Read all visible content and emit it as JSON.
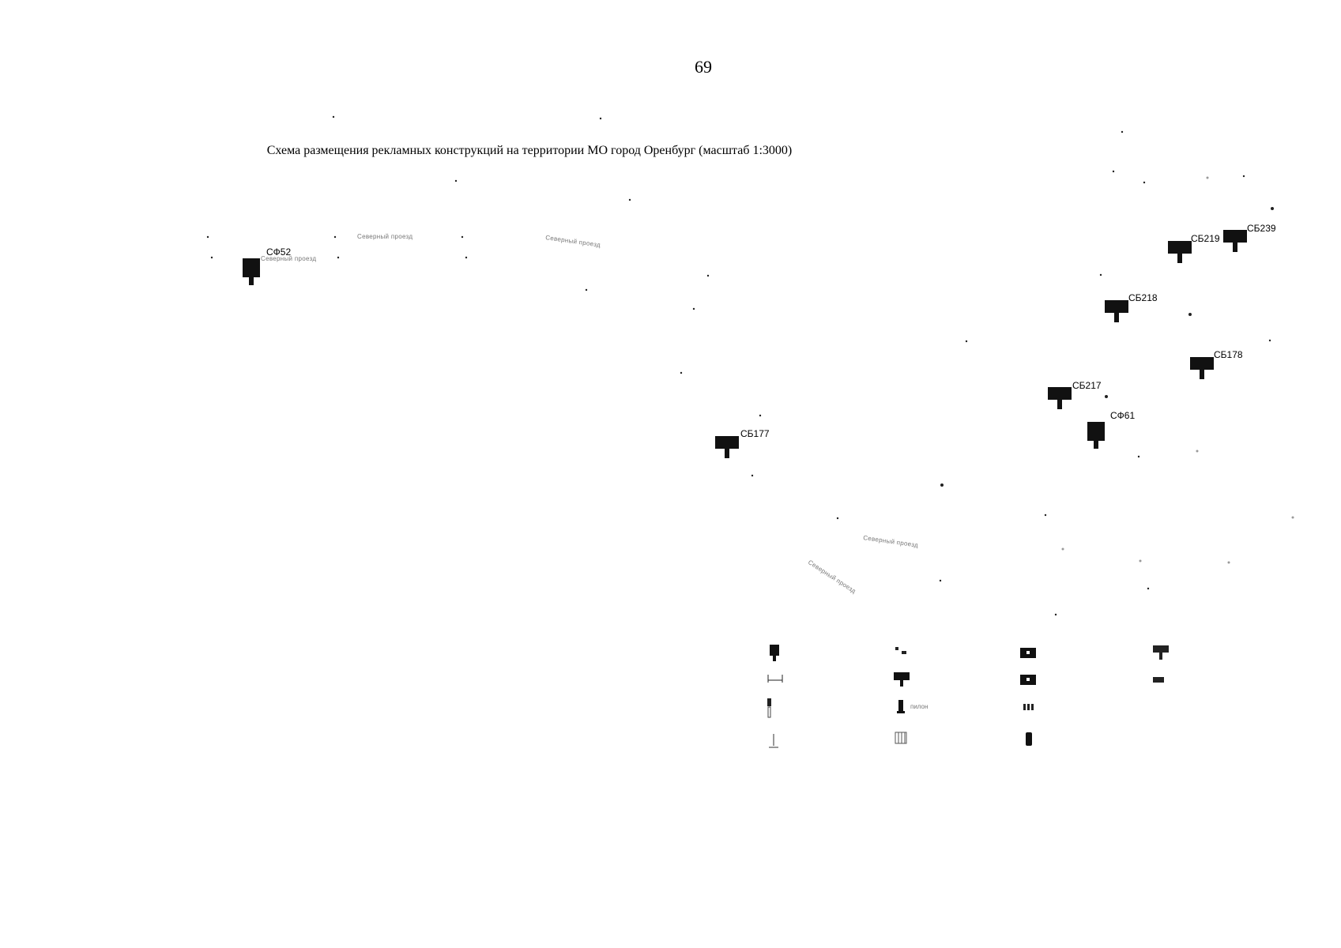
{
  "page_number": "69",
  "title": "Схема размещения рекламных конструкций на территории МО город Оренбург (масштаб 1:3000)",
  "streets": [
    "Северный проезд",
    "Северный проезд",
    "Северный проезд",
    "Северный проезд",
    "Северный проезд"
  ],
  "markers": [
    {
      "label": "СФ52",
      "type": "city-format"
    },
    {
      "label": "СБ177",
      "type": "billboard"
    },
    {
      "label": "СБ217",
      "type": "billboard"
    },
    {
      "label": "СФ61",
      "type": "city-format"
    },
    {
      "label": "СБ218",
      "type": "billboard"
    },
    {
      "label": "СБ219",
      "type": "billboard"
    },
    {
      "label": "СБ239",
      "type": "billboard"
    },
    {
      "label": "СБ178",
      "type": "billboard"
    }
  ],
  "legend": {
    "pylon_label": "пилон"
  }
}
